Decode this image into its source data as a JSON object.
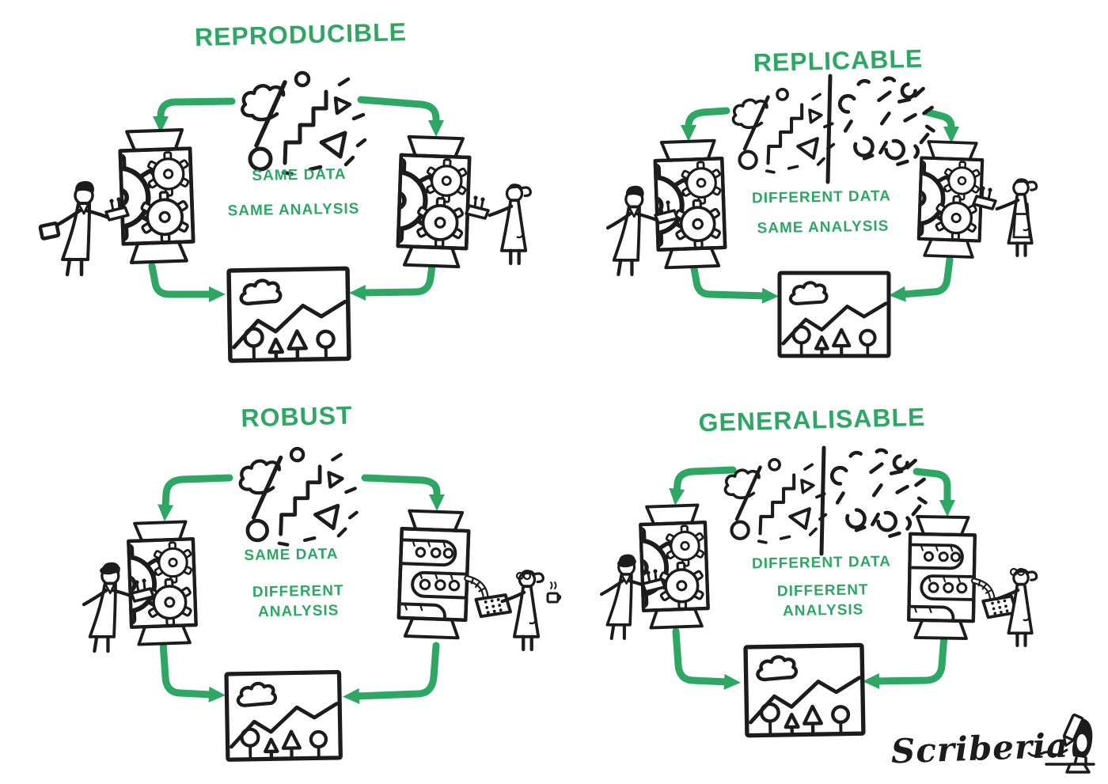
{
  "illustration": {
    "background": "#FFFFFF",
    "ink_color": "#1C1C1C",
    "accent_green": "#2EA765"
  },
  "quadrants": [
    {
      "id": "reproducible",
      "title": "REPRODUCIBLE",
      "data_label": "SAME DATA",
      "analysis_label": "SAME ANALYSIS",
      "datasets": 1,
      "left_machine": "gears",
      "right_machine": "gears"
    },
    {
      "id": "replicable",
      "title": "REPLICABLE",
      "data_label": "DIFFERENT DATA",
      "analysis_label": "SAME ANALYSIS",
      "datasets": 2,
      "left_machine": "gears",
      "right_machine": "gears"
    },
    {
      "id": "robust",
      "title": "ROBUST",
      "data_label": "SAME DATA",
      "analysis_label": "DIFFERENT ANALYSIS",
      "datasets": 1,
      "left_machine": "gears",
      "right_machine": "conveyor"
    },
    {
      "id": "generalisable",
      "title": "GENERALISABLE",
      "data_label": "DIFFERENT DATA",
      "analysis_label": "DIFFERENT ANALYSIS",
      "datasets": 2,
      "left_machine": "gears",
      "right_machine": "conveyor"
    }
  ],
  "signature": {
    "text": "Scriberia",
    "mascot_icon": "penguin-with-marker"
  },
  "icons": {
    "data-doodle-icon": "abstract scribble shapes for a dataset",
    "divider-line": "vertical line separating two different datasets",
    "gears-machine-icon": "analysis machine with gears and hoppers",
    "conveyor-machine-icon": "analysis machine with conveyor belts and keypad",
    "result-picture-icon": "framed landscape picture output",
    "flow-arrow-icon": "thick green curved arrow",
    "researcher-figure": "hand-drawn stick researcher operating the machine"
  }
}
